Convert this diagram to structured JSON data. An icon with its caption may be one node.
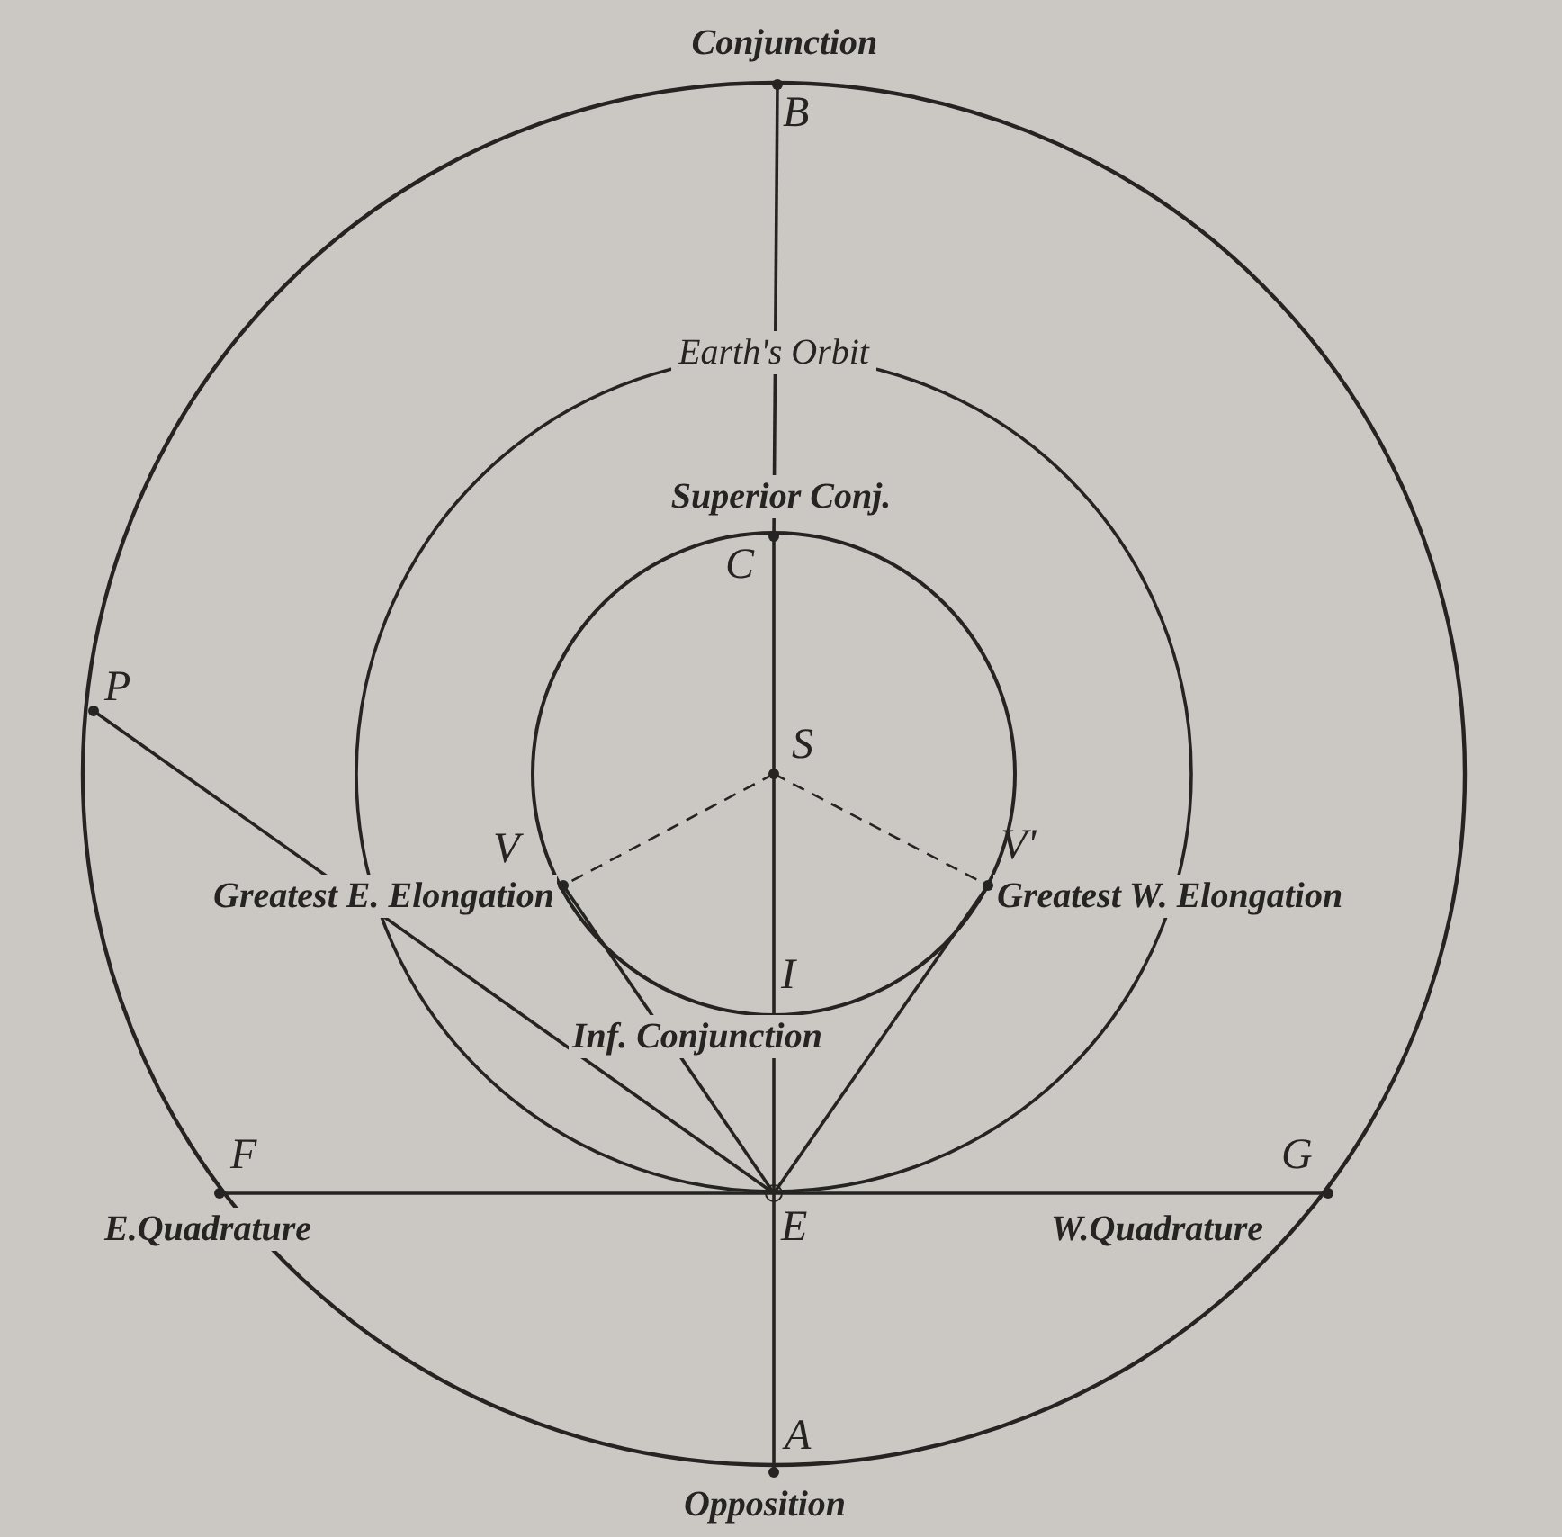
{
  "diagram": {
    "nodes": [
      {
        "text": [
          "B"
        ],
        "beside": [
          "Conjunction"
        ]
      },
      {
        "text": [
          "C"
        ],
        "beside": [
          "Superior Conj."
        ]
      },
      {
        "text": [
          "S"
        ]
      },
      {
        "text": [
          "P"
        ]
      },
      {
        "text": [
          "V"
        ],
        "beside": [
          "Greatest E. Elongation"
        ]
      },
      {
        "text": [
          "V'"
        ],
        "beside": [
          "Greatest W. Elongation"
        ]
      },
      {
        "text": [
          "I"
        ],
        "beside": [
          "Inf. Conjunction"
        ]
      },
      {
        "text": [
          "F"
        ],
        "beside": [
          "E.Quadrature"
        ]
      },
      {
        "text": [
          "E"
        ]
      },
      {
        "text": [
          "G"
        ],
        "beside": [
          "W.Quadrature"
        ]
      },
      {
        "text": [
          "A"
        ],
        "beside": [
          "Opposition"
        ]
      }
    ],
    "edges": [
      {
        "from": 0,
        "to": 1,
        "arrow": "none"
      },
      {
        "from": 1,
        "to": 2,
        "arrow": "none"
      },
      {
        "from": 2,
        "to": 6,
        "arrow": "none"
      },
      {
        "from": 6,
        "to": 8,
        "arrow": "none"
      },
      {
        "from": 8,
        "to": 10,
        "arrow": "none"
      },
      {
        "from": 2,
        "to": 4,
        "arrow": "none",
        "style": "dashed"
      },
      {
        "from": 2,
        "to": 5,
        "arrow": "none",
        "style": "dashed"
      },
      {
        "from": 3,
        "to": 8,
        "arrow": "none"
      },
      {
        "from": 4,
        "to": 8,
        "arrow": "none"
      },
      {
        "from": 5,
        "to": 8,
        "arrow": "none"
      },
      {
        "from": 7,
        "to": 8,
        "arrow": "none"
      },
      {
        "from": 8,
        "to": 9,
        "arrow": "none"
      }
    ],
    "labels": [
      "Earth's Orbit"
    ]
  }
}
